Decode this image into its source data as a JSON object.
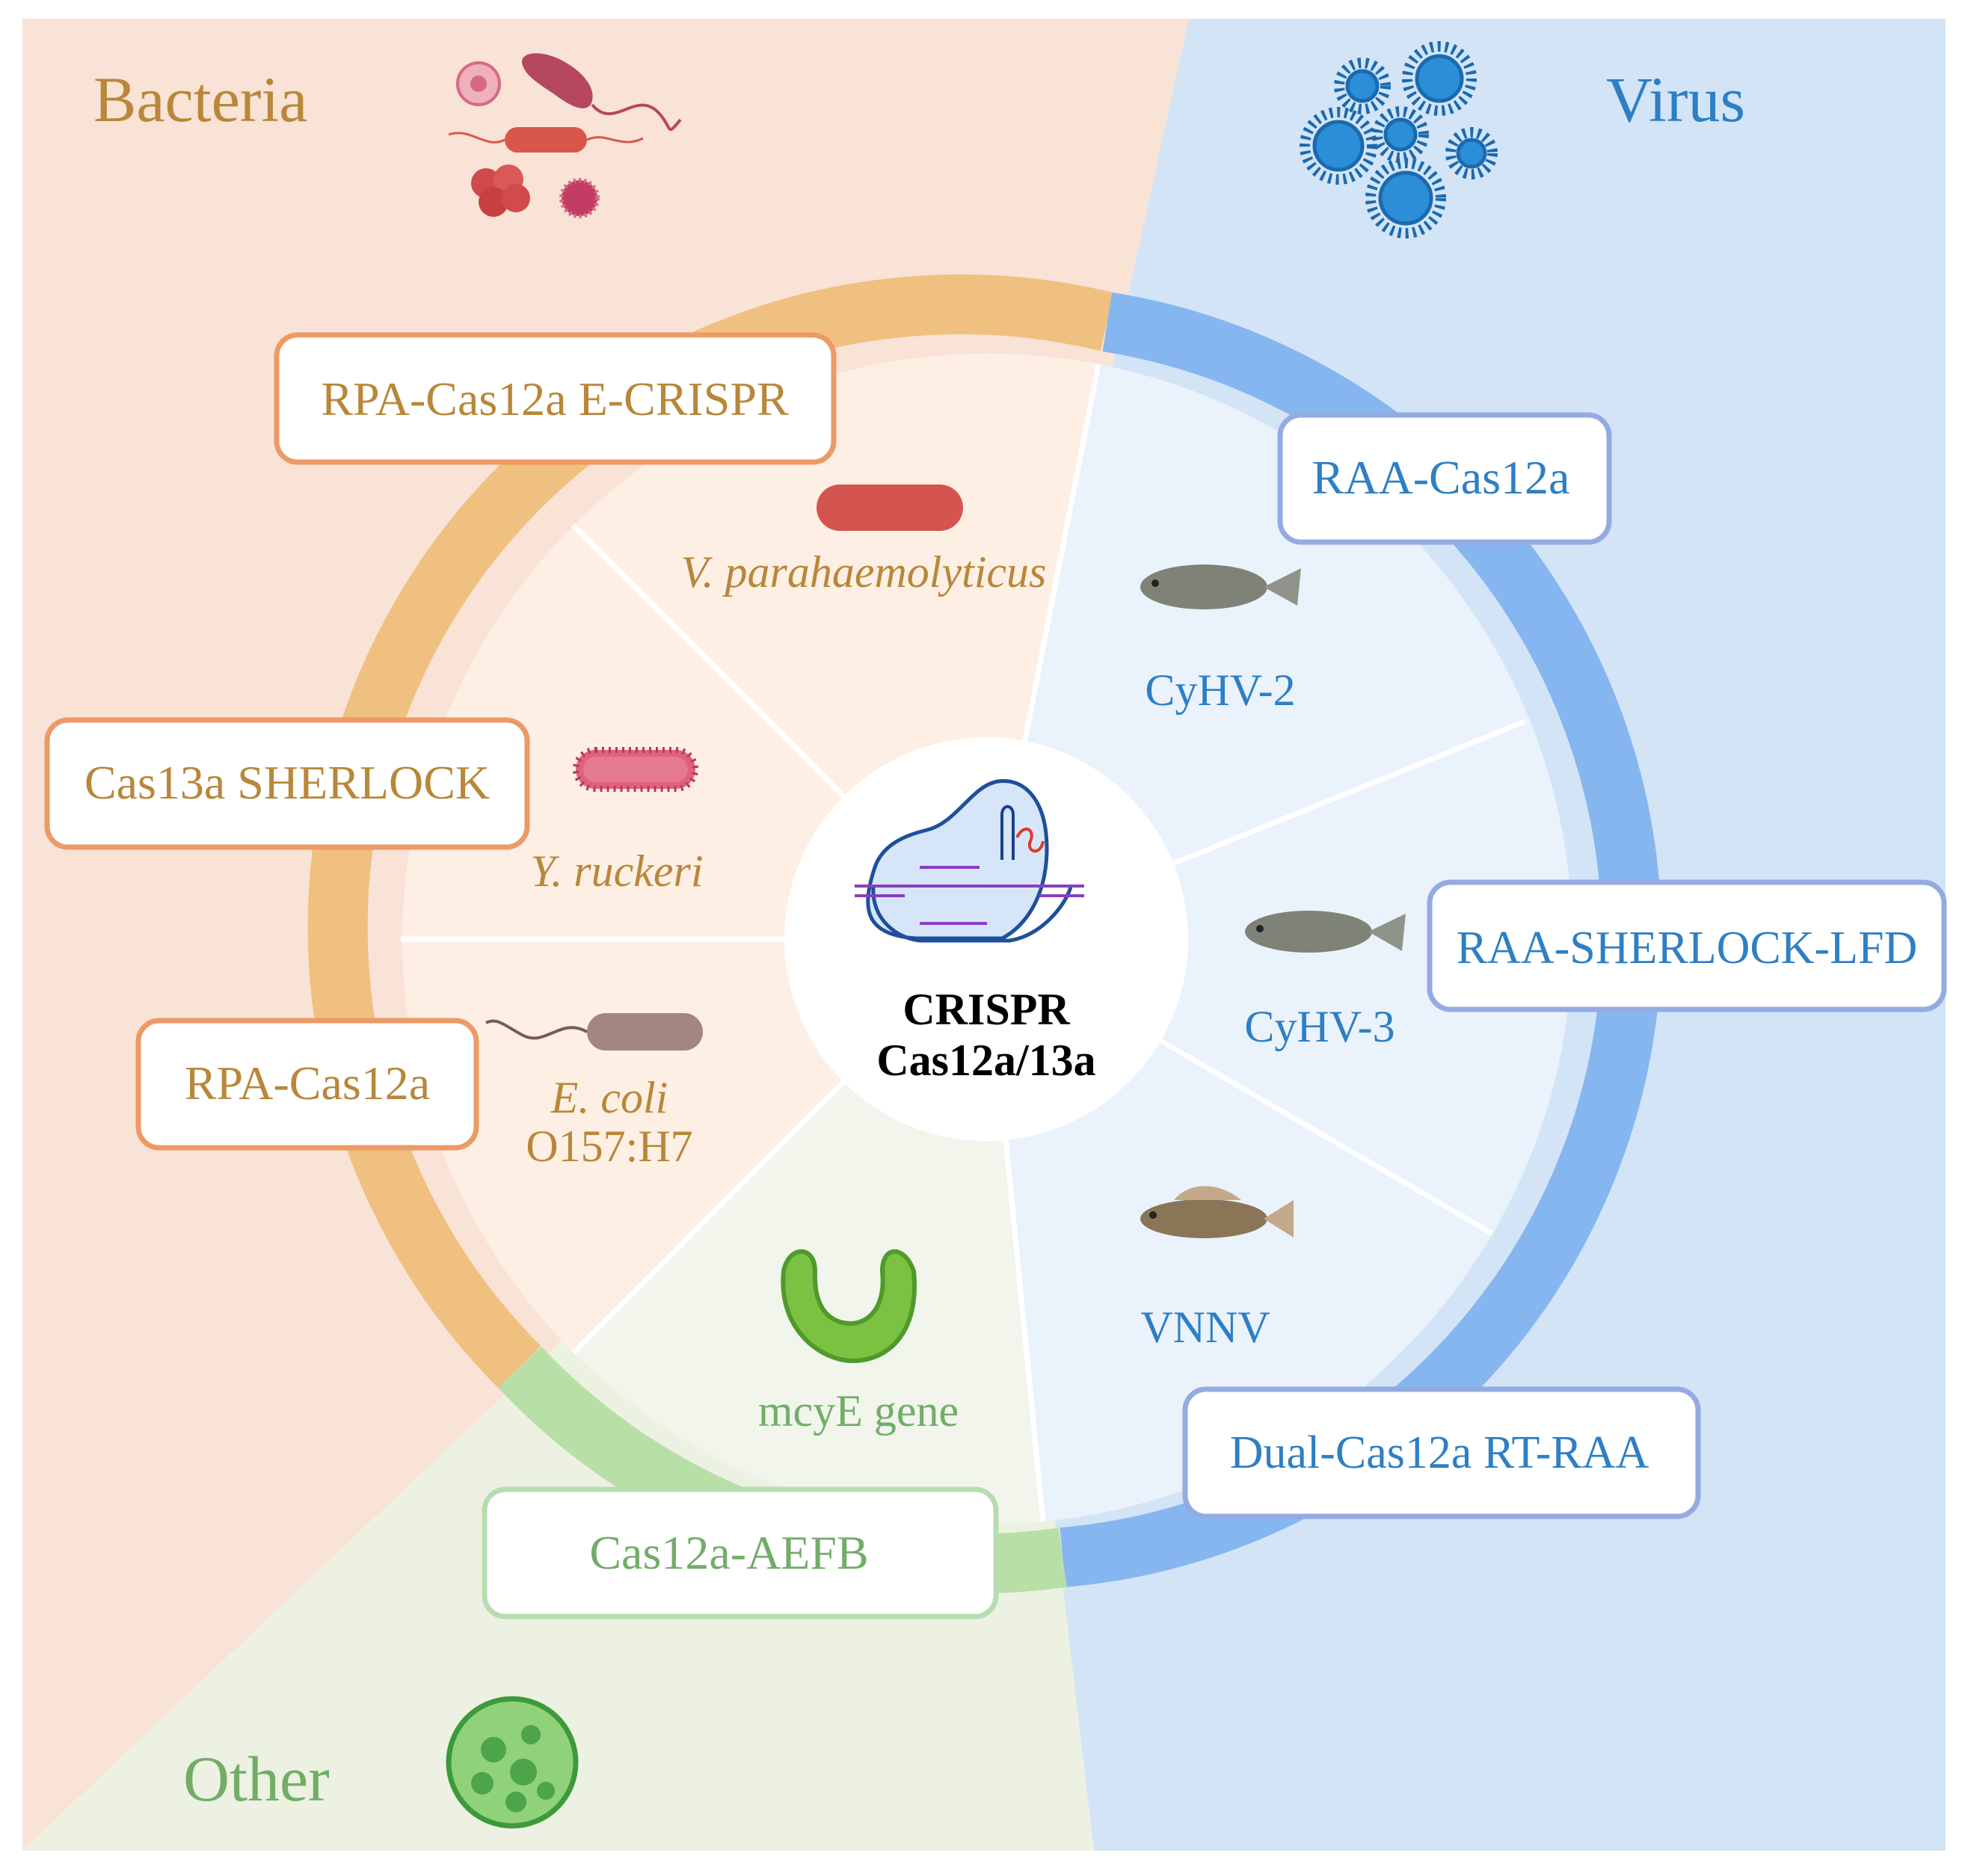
{
  "colors": {
    "bacteria_bg": "#f9e2d6",
    "virus_bg": "#d3e4f7",
    "other_bg": "#edf1e2",
    "bacteria_ring": "#efc07f",
    "virus_ring": "#86b6ef",
    "other_ring": "#b8e0a6",
    "bacteria_inner": "#fdefe4",
    "virus_inner": "#eaf2fc",
    "other_inner": "#f1f5ec",
    "bacteria_text": "#b8873a",
    "virus_text": "#2e7fc4",
    "other_text": "#72ad68",
    "bacteria_box_border": "#ec9a66",
    "virus_box_border": "#94abe2",
    "other_box_border": "#b7dcb1"
  },
  "sections": {
    "bacteria": "Bacteria",
    "virus": "Virus",
    "other": "Other"
  },
  "center": {
    "line1": "CRISPR",
    "line2": "Cas12a/13a"
  },
  "methods": {
    "rpa_ecrispr": "RPA-Cas12a E-CRISPR",
    "sherlock": "Cas13a SHERLOCK",
    "rpa_cas12a": "RPA-Cas12a",
    "raa_cas12a": "RAA-Cas12a",
    "raa_sherlock_lfd": "RAA-SHERLOCK-LFD",
    "dual_cas12a": "Dual-Cas12a RT-RAA",
    "aefb": "Cas12a-AEFB"
  },
  "targets": {
    "vpara": "V. parahaemolyticus",
    "yruckeri": "Y. ruckeri",
    "ecoli_1": "E. coli",
    "ecoli_2": "O157:H7",
    "cyhv2": "CyHV-2",
    "cyhv3": "CyHV-3",
    "vnnv": "VNNV",
    "mcye": "mcyE gene"
  },
  "icons": [
    "bacteria-cluster-icon",
    "virus-cluster-icon",
    "algae-cell-icon",
    "crispr-complex-icon",
    "rod-bacterium-icon",
    "spiky-bacterium-icon",
    "flagellated-bacterium-icon",
    "fish-icon",
    "goby-fish-icon",
    "crescent-cyanobacterium-icon"
  ]
}
